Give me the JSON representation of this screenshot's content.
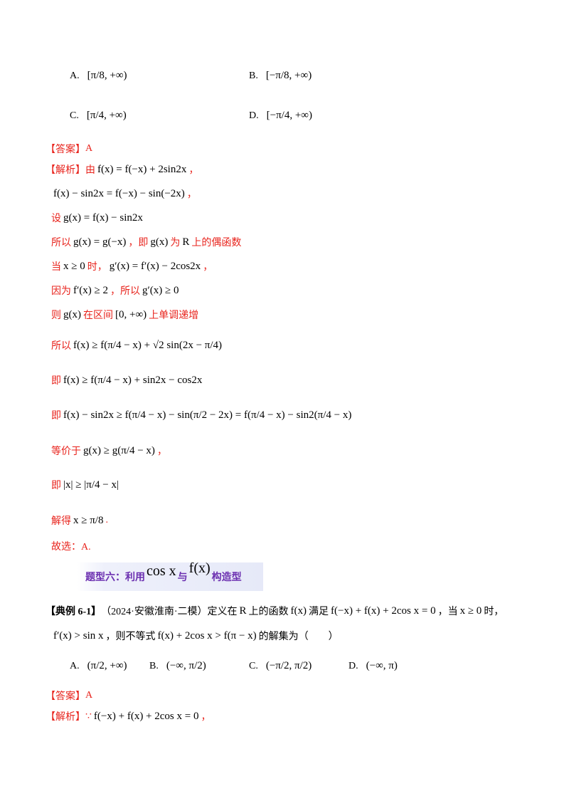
{
  "options_top": {
    "a": {
      "label": "A.",
      "math": "[π/8, +∞)"
    },
    "b": {
      "label": "B.",
      "math": "[−π/8, +∞)"
    },
    "c": {
      "label": "C.",
      "math": "[π/4, +∞)"
    },
    "d": {
      "label": "D.",
      "math": "[−π/4, +∞)"
    }
  },
  "answer1": {
    "tag": "【答案】",
    "value": "A"
  },
  "analysis1": {
    "tag": "【解析】",
    "l1_text": "由",
    "l1_math": "f(x) = f(−x) + 2sin2x",
    "l1_end": "，",
    "l2_math": "f(x) − sin2x = f(−x) − sin(−2x)",
    "l2_end": "，",
    "l3_text": "设",
    "l3_math": "g(x) = f(x) − sin2x",
    "l4_text_a": "所以",
    "l4_math_a": "g(x) = g(−x)",
    "l4_text_b": "，即",
    "l4_math_b": "g(x)",
    "l4_text_c": "为",
    "l4_math_c": "R",
    "l4_text_d": "上的偶函数",
    "l5_text_a": "当",
    "l5_math_a": "x ≥ 0",
    "l5_text_b": "时，",
    "l5_math_b": "g′(x) = f′(x) − 2cos2x",
    "l5_end": "，",
    "l6_text_a": "因为",
    "l6_math_a": "f′(x) ≥ 2",
    "l6_text_b": "，所以",
    "l6_math_b": "g′(x) ≥ 0",
    "l7_text_a": "则",
    "l7_math_a": "g(x)",
    "l7_text_b": "在区间",
    "l7_math_b": "[0, +∞)",
    "l7_text_c": "上单调递增",
    "l8_text": "所以",
    "l8_math": "f(x) ≥ f(π/4 − x) + √2 sin(2x − π/4)",
    "l9_text": "即",
    "l9_math": "f(x) ≥ f(π/4 − x) + sin2x − cos2x",
    "l10_text": "即",
    "l10_math": "f(x) − sin2x ≥ f(π/4 − x) − sin(π/2 − 2x) = f(π/4 − x) − sin2(π/4 − x)",
    "l11_text": "等价于",
    "l11_math": "g(x) ≥ g(π/4 − x)",
    "l11_end": "，",
    "l12_text": "即",
    "l12_math": "|x| ≥ |π/4 − x|",
    "l13_text": "解得",
    "l13_math": "x ≥ π/8",
    "l13_end": ".",
    "l14": "故选：A."
  },
  "heading": {
    "part1": "题型六：利用",
    "math1": "cos x",
    "part2": "与",
    "math2": "f(x)",
    "part3": "构造型"
  },
  "example": {
    "tag": "【典例 6-1】",
    "source": "（2024·安徽淮南·二模）定义在",
    "math_r": "R",
    "t2": "上的函数",
    "math_f": "f(x)",
    "t3": "满足",
    "math_eq": "f(−x) + f(x) + 2cos x = 0",
    "t4": "，当",
    "math_cond": "x ≥ 0",
    "t5": "时，",
    "l2_math_a": "f′(x) > sin x",
    "l2_t1": "，则不等式",
    "l2_math_b": "f(x) + 2cos x > f(π − x)",
    "l2_t2": "的解集为（　　）",
    "options": {
      "a": {
        "label": "A.",
        "math": "(π/2, +∞)"
      },
      "b": {
        "label": "B.",
        "math": "(−∞, π/2)"
      },
      "c": {
        "label": "C.",
        "math": "(−π/2, π/2)"
      },
      "d": {
        "label": "D.",
        "math": "(−∞, π)"
      }
    }
  },
  "answer2": {
    "tag": "【答案】",
    "value": "A"
  },
  "analysis2": {
    "tag": "【解析】",
    "because": "∵",
    "math": "f(−x) + f(x) + 2cos x = 0",
    "end": "，"
  }
}
